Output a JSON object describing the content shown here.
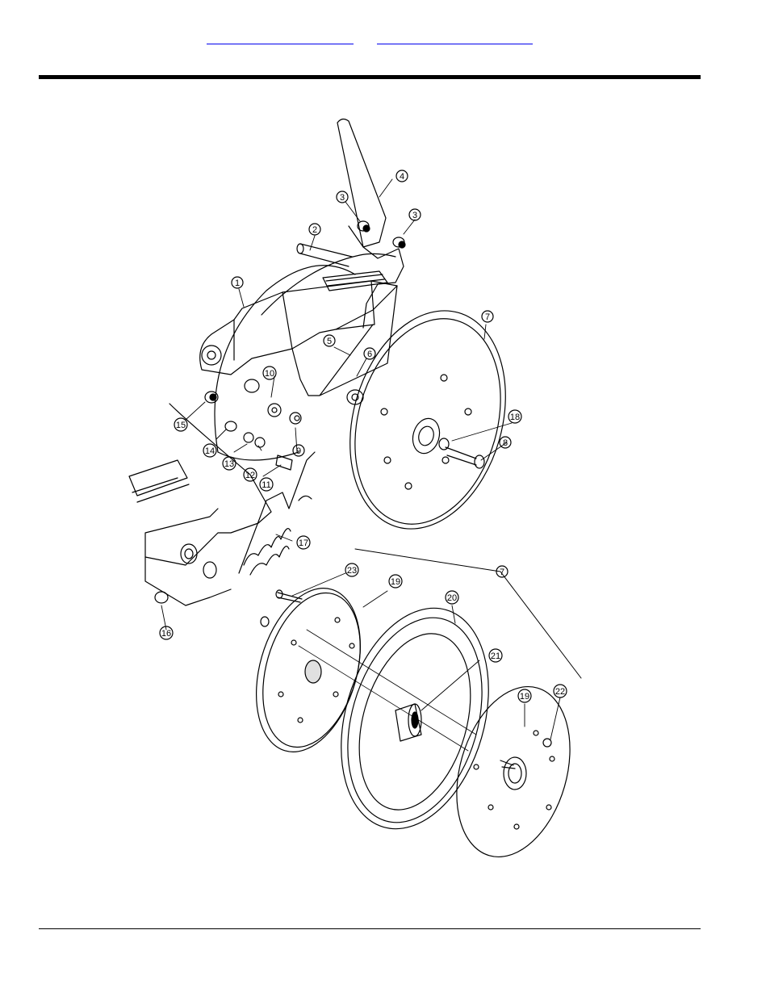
{
  "header": {
    "links": [
      {
        "label": ""
      },
      {
        "label": ""
      }
    ]
  },
  "figure": {
    "callouts": [
      {
        "num": "1"
      },
      {
        "num": "2"
      },
      {
        "num": "3"
      },
      {
        "num": "3"
      },
      {
        "num": "4"
      },
      {
        "num": "5"
      },
      {
        "num": "6"
      },
      {
        "num": "7"
      },
      {
        "num": "7"
      },
      {
        "num": "8"
      },
      {
        "num": "9"
      },
      {
        "num": "10"
      },
      {
        "num": "11"
      },
      {
        "num": "12"
      },
      {
        "num": "13"
      },
      {
        "num": "14"
      },
      {
        "num": "15"
      },
      {
        "num": "16"
      },
      {
        "num": "17"
      },
      {
        "num": "18"
      },
      {
        "num": "19"
      },
      {
        "num": "19"
      },
      {
        "num": "20"
      },
      {
        "num": "21"
      },
      {
        "num": "22"
      },
      {
        "num": "23"
      }
    ]
  }
}
